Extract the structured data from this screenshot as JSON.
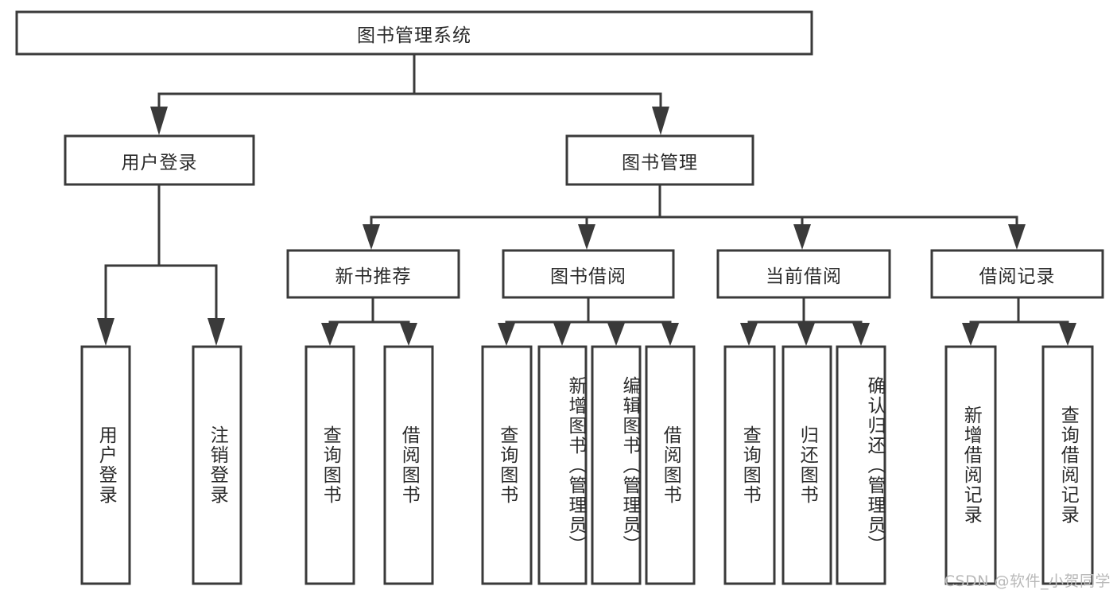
{
  "diagram": {
    "title": "图书管理系统",
    "type": "tree",
    "orientation": "top-down",
    "watermark": "CSDN @软件_小贺同学",
    "colors": {
      "background": "#ffffff",
      "stroke": "#3a3a3a",
      "node_fill": "#ffffff",
      "text": "#2b2b2b",
      "watermark": "#b9b9b9"
    },
    "levels": {
      "root": {
        "label": "图书管理系统"
      },
      "level2": [
        {
          "label": "用户登录"
        },
        {
          "label": "图书管理"
        }
      ],
      "level3": [
        {
          "label": "新书推荐"
        },
        {
          "label": "图书借阅"
        },
        {
          "label": "当前借阅"
        },
        {
          "label": "借阅记录"
        }
      ]
    },
    "leaves": {
      "user_login": [
        {
          "label": "用户登录"
        },
        {
          "label": "注销登录"
        }
      ],
      "new_book_recommend": [
        {
          "label": "查询图书"
        },
        {
          "label": "借阅图书"
        }
      ],
      "book_borrow": [
        {
          "label": "查询图书"
        },
        {
          "label": "新增图书（管理员）"
        },
        {
          "label": "编辑图书（管理员）"
        },
        {
          "label": "借阅图书"
        }
      ],
      "current_borrow": [
        {
          "label": "查询图书"
        },
        {
          "label": "归还图书"
        },
        {
          "label": "确认归还（管理员）"
        }
      ],
      "borrow_record": [
        {
          "label": "新增借阅记录"
        },
        {
          "label": "查询借阅记录"
        }
      ]
    }
  }
}
